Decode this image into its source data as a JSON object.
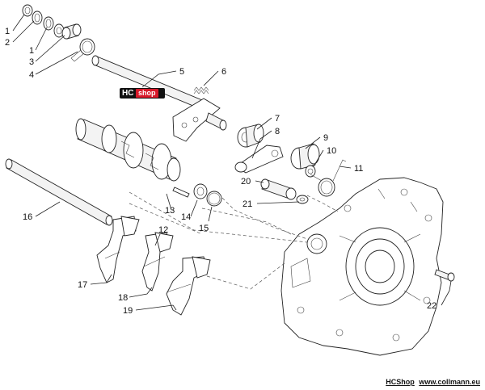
{
  "callouts": {
    "c1a": "1",
    "c2": "2",
    "c1b": "1",
    "c3": "3",
    "c4": "4",
    "c5": "5",
    "c6": "6",
    "c7": "7",
    "c8": "8",
    "c9": "9",
    "c10": "10",
    "c11": "11",
    "c20": "20",
    "c21": "21",
    "c13": "13",
    "c14": "14",
    "c15": "15",
    "c16": "16",
    "c12": "12",
    "c17": "17",
    "c18": "18",
    "c19": "19",
    "c22": "22"
  },
  "watermark": {
    "hc": "HC",
    "shop": "shop"
  },
  "credit": {
    "brand": "HCShop",
    "url": "www.collmann.eu"
  },
  "colors": {
    "accent": "#d8192a",
    "ink": "#222222",
    "background": "#ffffff"
  }
}
